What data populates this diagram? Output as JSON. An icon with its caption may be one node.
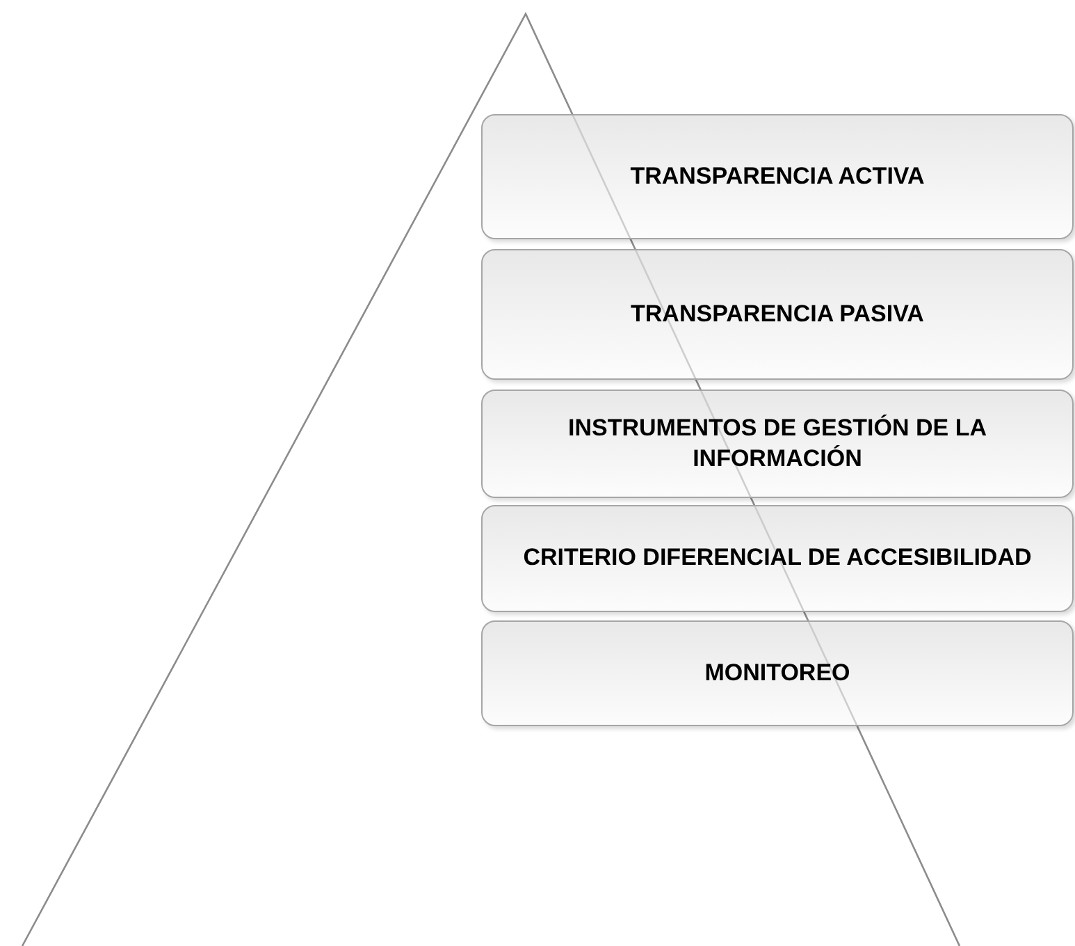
{
  "diagram": {
    "nodes": [
      {
        "text": [
          "TRANSPARENCIA ACTIVA"
        ]
      },
      {
        "text": [
          "TRANSPARENCIA PASIVA"
        ]
      },
      {
        "text": [
          "INSTRUMENTOS DE GESTIÓN DE LA INFORMACIÓN"
        ]
      },
      {
        "text": [
          "CRITERIO DIFERENCIAL DE ACCESIBILIDAD"
        ]
      },
      {
        "text": [
          "MONITOREO"
        ]
      }
    ]
  }
}
